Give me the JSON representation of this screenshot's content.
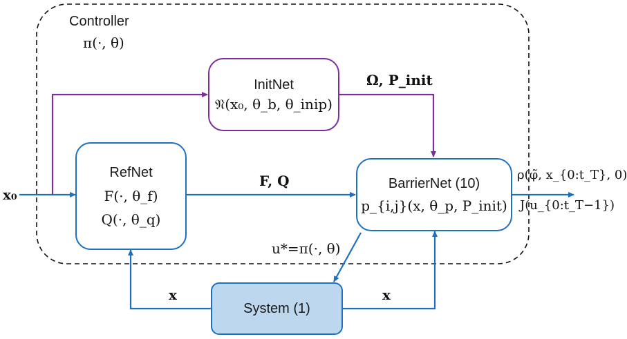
{
  "controller": {
    "title": "Controller",
    "policy": "π(·, θ)"
  },
  "initnet": {
    "title": "InitNet",
    "expr": "𝔑(x₀, θ_b, θ_inip)"
  },
  "refnet": {
    "title": "RefNet",
    "expr_f": "F(·, θ_f)",
    "expr_q": "Q(·, θ_q)"
  },
  "barriernet": {
    "title": "BarrierNet (10)",
    "expr": "p_{i,j}(x, θ_p, P_init)"
  },
  "system": {
    "title": "System (1)"
  },
  "labels": {
    "input_x0": "x₀",
    "omega_pinit": "Ω, P_init",
    "f_q": "F, Q",
    "u_star": "u*=π(·, θ)",
    "x_left": "x",
    "x_right": "x",
    "rho": "ρ(φ̃, x_{0:t_T}, 0)",
    "j_cost": "J(u_{0:t_T−1})"
  },
  "colors": {
    "blue": "#1f6fbf",
    "purple": "#7a2f9a",
    "system_fill": "#bdd7ee"
  }
}
